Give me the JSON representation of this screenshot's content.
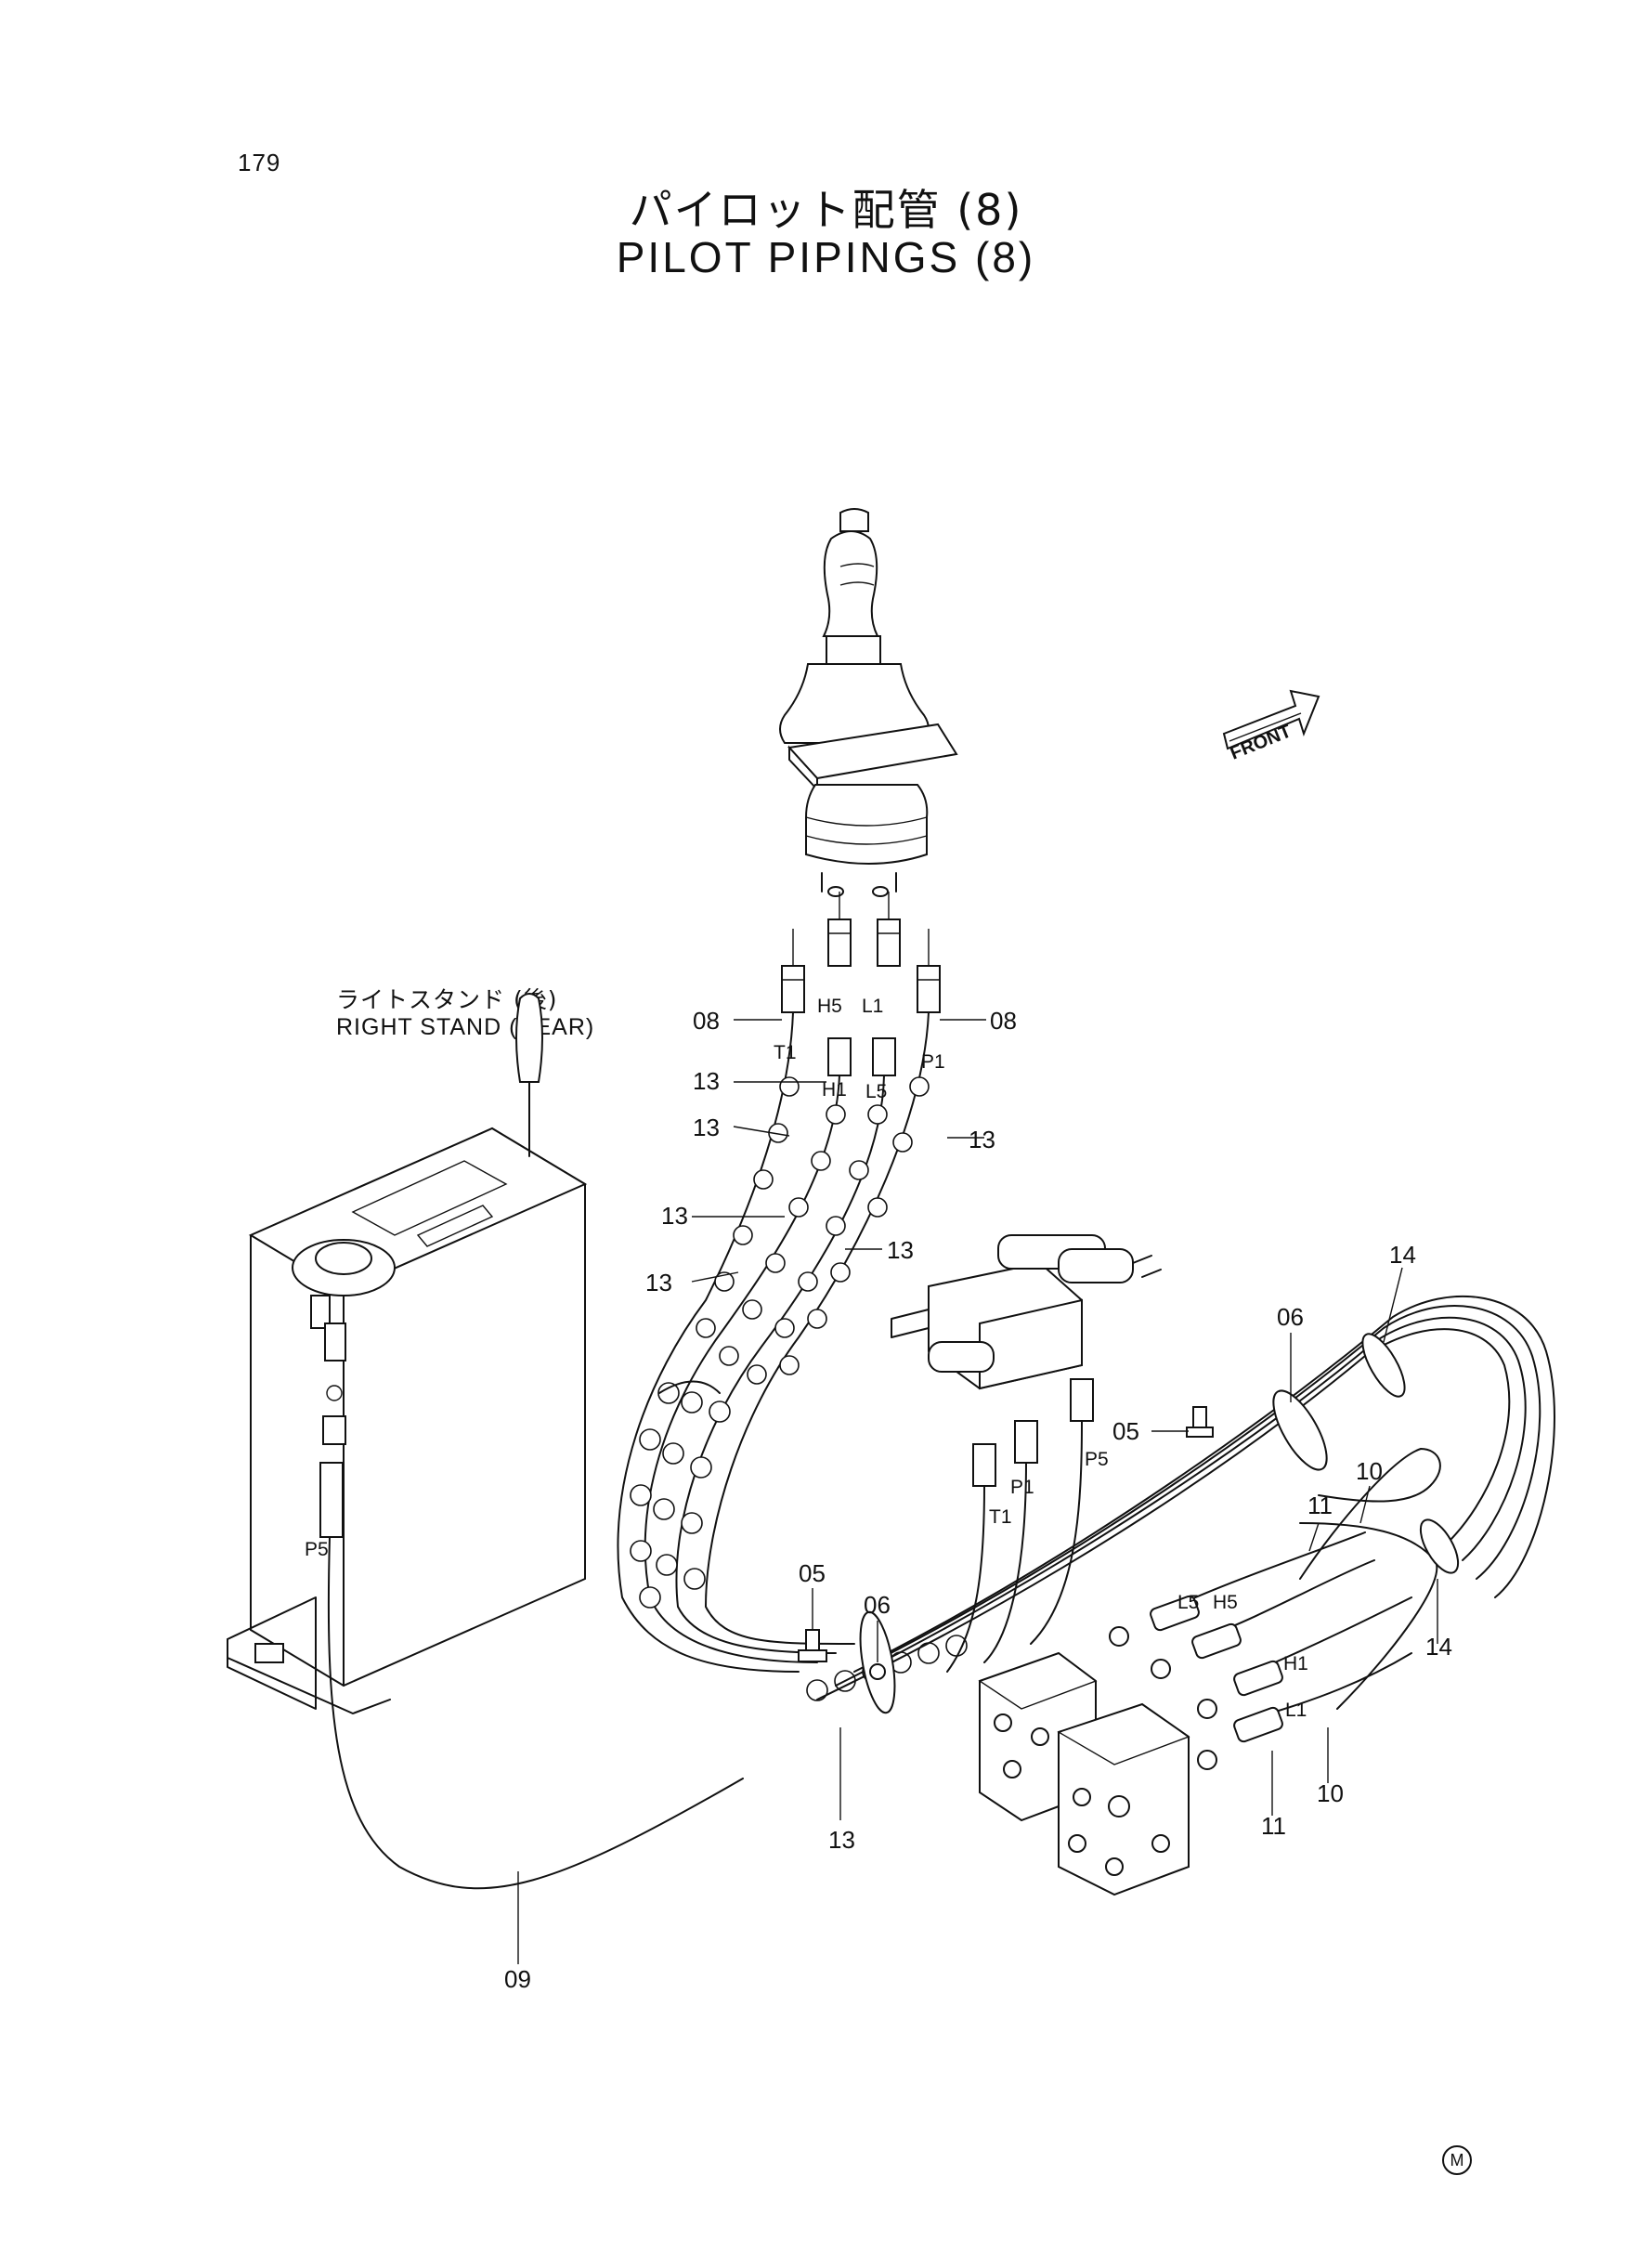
{
  "page_number": "179",
  "title_jp": "パイロット配管 (8)",
  "title_en": "PILOT PIPINGS (8)",
  "stand_label_jp": "ライトスタンド (後)",
  "stand_label_en": "RIGHT STAND (REAR)",
  "front_arrow_label": "FRONT",
  "maker_mark": "M",
  "callouts": {
    "c08_left": "08",
    "c08_right": "08",
    "c13_a": "13",
    "c13_b": "13",
    "c13_c": "13",
    "c13_d": "13",
    "c13_e": "13",
    "c13_f": "13",
    "c13_g": "13",
    "c14_top": "14",
    "c14_bottom": "14",
    "c06_top": "06",
    "c06_mid": "06",
    "c05_right": "05",
    "c05_mid": "05",
    "c10_top": "10",
    "c10_bottom": "10",
    "c11_top": "11",
    "c11_bottom": "11",
    "c09": "09"
  },
  "ports": {
    "t1_top": "T1",
    "h5_top": "H5",
    "l1_top": "L1",
    "p1_top": "P1",
    "h1_top": "H1",
    "l5_top": "L5",
    "p5_stand": "P5",
    "t1_valve": "T1",
    "p1_valve": "P1",
    "p5_valve": "P5",
    "l5_ctrl": "L5",
    "h5_ctrl": "H5",
    "h1_ctrl": "H1",
    "l1_ctrl": "L1"
  }
}
